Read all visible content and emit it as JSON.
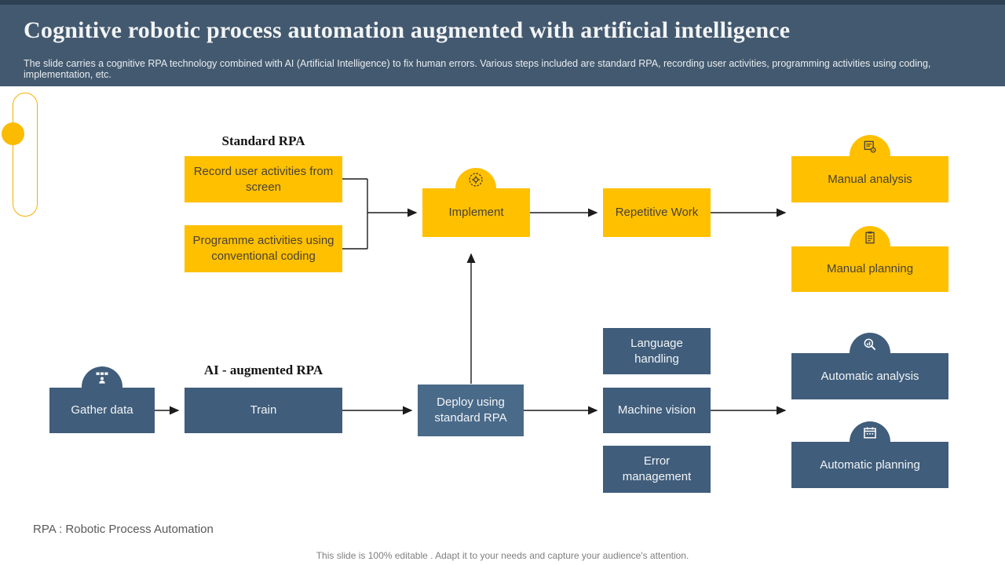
{
  "header": {
    "title": "Cognitive robotic process automation augmented with artificial intelligence",
    "subtitle": "The slide carries a cognitive RPA technology combined with AI (Artificial Intelligence) to fix human errors. Various steps included are standard RPA, recording user activities, programming activities using coding, implementation, etc."
  },
  "sections": {
    "standard_rpa": "Standard RPA",
    "ai_augmented": "AI - augmented RPA"
  },
  "nodes": {
    "record": "Record user activities from screen",
    "programme": "Programme activities using conventional coding",
    "implement": "Implement",
    "repetitive": "Repetitive Work",
    "manual_analysis": "Manual analysis",
    "manual_planning": "Manual planning",
    "gather": "Gather data",
    "train": "Train",
    "deploy": "Deploy using standard RPA",
    "language": "Language handling",
    "machine": "Machine vision",
    "error": "Error management",
    "auto_analysis": "Automatic analysis",
    "auto_planning": "Automatic planning"
  },
  "icons": {
    "implement": "gear-icon",
    "manual_analysis": "report-gear-icon",
    "manual_planning": "clipboard-icon",
    "gather": "team-data-icon",
    "auto_analysis": "magnifier-chart-icon",
    "auto_planning": "calendar-icon"
  },
  "footer": {
    "note": "RPA : Robotic Process Automation",
    "tagline": "This slide is 100% editable . Adapt it to your needs and capture your audience's attention."
  },
  "colors": {
    "accent_yellow": "#FFC000",
    "dark_blue": "#405D7B",
    "light_blue": "#4A6A89",
    "header_blue": "#43596F",
    "header_strip": "#2E4154",
    "arrow": "#1C1C1C"
  }
}
